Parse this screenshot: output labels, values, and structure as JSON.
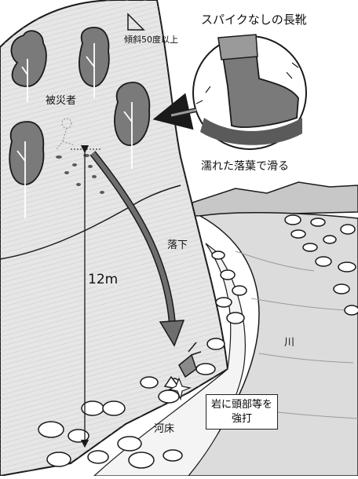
{
  "labels": {
    "victim": "被災者",
    "slope": "傾斜50度以上",
    "boot": "スパイクなしの長靴",
    "wet_leaves": "濡れた落葉で滑る",
    "fall": "落下",
    "height": "12m",
    "river": "川",
    "riverbed": "河床",
    "impact_line1": "岩に頭部等を",
    "impact_line2": "強打"
  },
  "colors": {
    "ink": "#1a1a1a",
    "cliff": "#e6e6e6",
    "mountain": "#c7c7c7",
    "water": "#dcdcdc",
    "tree": "#7a7a7a",
    "arrow": "#6e6e6e"
  }
}
